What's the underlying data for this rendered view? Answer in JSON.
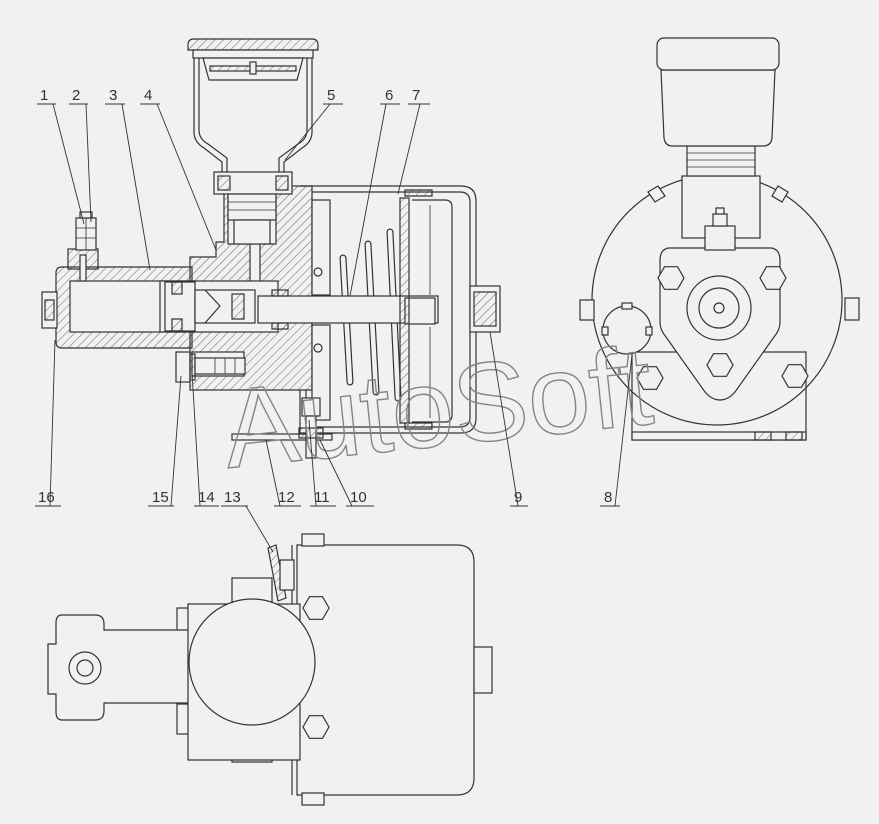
{
  "callouts": [
    "1",
    "2",
    "3",
    "4",
    "5",
    "6",
    "7",
    "8",
    "9",
    "10",
    "11",
    "12",
    "13",
    "14",
    "15",
    "16"
  ],
  "watermark": "AutoSoft",
  "colors": {
    "line": "#333333",
    "background": "#f1f1f1",
    "watermark": "#858585"
  }
}
